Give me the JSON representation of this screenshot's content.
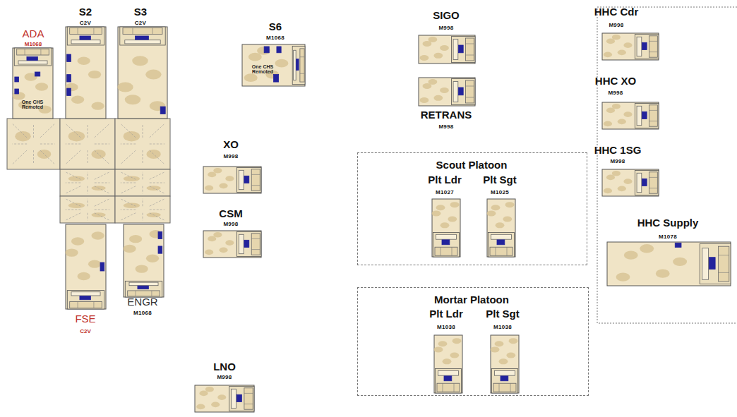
{
  "diagram": {
    "nodes": [
      {
        "text": [
          "ADA",
          "M1068",
          "One CHS Remoted"
        ]
      },
      {
        "text": [
          "S2",
          "C2V"
        ]
      },
      {
        "text": [
          "S3",
          "C2V"
        ]
      },
      {
        "text": [
          "S6",
          "M1068",
          "One CHS Remoted"
        ]
      },
      {
        "text": [
          "XO",
          "M998"
        ]
      },
      {
        "text": [
          "CSM",
          "M998"
        ]
      },
      {
        "text": [
          "FSE",
          "C2V"
        ]
      },
      {
        "text": [
          "ENGR",
          "M1068"
        ]
      },
      {
        "text": [
          "LNO",
          "M998"
        ]
      },
      {
        "text": [
          "SIGO",
          "M998"
        ]
      },
      {
        "text": [
          "RETRANS",
          "M998"
        ]
      },
      {
        "text": [
          "Scout Platoon"
        ]
      },
      {
        "text": [
          "Plt Ldr",
          "M1027"
        ],
        "in": 11
      },
      {
        "text": [
          "Plt Sgt",
          "M1025"
        ],
        "in": 11
      },
      {
        "text": [
          "Mortar Platoon"
        ]
      },
      {
        "text": [
          "Plt Ldr",
          "M1038"
        ],
        "in": 14
      },
      {
        "text": [
          "Plt Sgt",
          "M1038"
        ],
        "in": 14
      },
      {
        "text": [
          "HHC Cdr",
          "M998"
        ]
      },
      {
        "text": [
          "HHC XO",
          "M998"
        ]
      },
      {
        "text": [
          "HHC 1SG",
          "M998"
        ]
      },
      {
        "text": [
          "HHC Supply",
          "M1078"
        ]
      }
    ]
  }
}
